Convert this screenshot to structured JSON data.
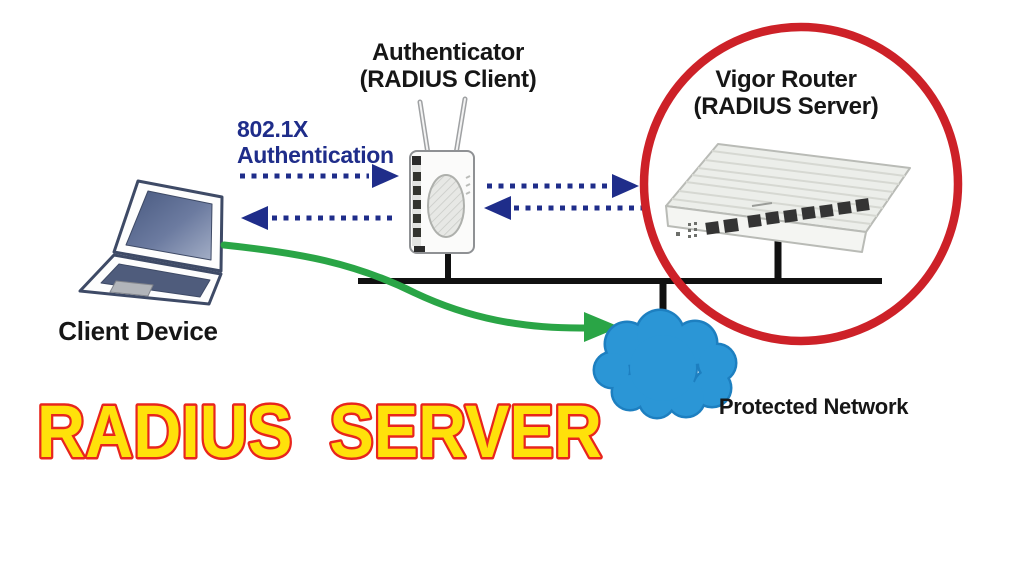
{
  "title": {
    "text": "RADIUS  SERVER",
    "fill_color": "#ffe10a",
    "outline_color": "#e8251d"
  },
  "labels": {
    "authenticator": {
      "line1": "Authenticator",
      "line2": "(RADIUS Client)"
    },
    "vigor_router": {
      "line1": "Vigor Router",
      "line2": "(RADIUS Server)"
    },
    "dot1x": {
      "line1": "802.1X",
      "line2": "Authentication"
    },
    "client_device": "Client Device",
    "protected_network": "Protected Network"
  },
  "icons": {
    "laptop": "laptop-icon",
    "access_point": "access-point-icon",
    "router": "router-icon",
    "cloud": "cloud-icon",
    "highlight": "red-circle-highlight"
  },
  "colors": {
    "background": "#ffffff",
    "arrow_navy": "#1f2d8a",
    "green_flow": "#2aa546",
    "cloud_blue": "#2b96d6",
    "cloud_rim": "#1d7fc0",
    "red_circle": "#cd2128",
    "bus_black": "#111111",
    "laptop_screen": "#47587f"
  }
}
